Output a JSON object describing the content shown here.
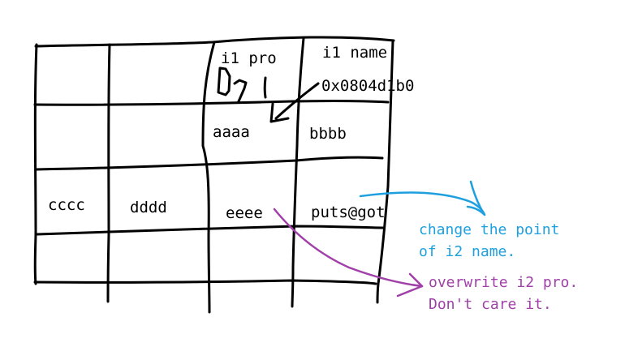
{
  "labels": {
    "i1_pro": "i1 pro",
    "i1_name": "i1 name",
    "address": "0x0804d1b0",
    "aaaa": "aaaa",
    "bbbb": "bbbb",
    "cccc": "cccc",
    "dddd": "dddd",
    "eeee": "eeee",
    "puts_got": "puts@got"
  },
  "annotations": {
    "blue_line1": "change the point",
    "blue_line2": "of i2 name.",
    "purple_line1": "overwrite i2 pro.",
    "purple_line2": "Don't care it."
  },
  "colors": {
    "ink": "#000000",
    "blue": "#1ea0e0",
    "purple": "#a040a8"
  }
}
